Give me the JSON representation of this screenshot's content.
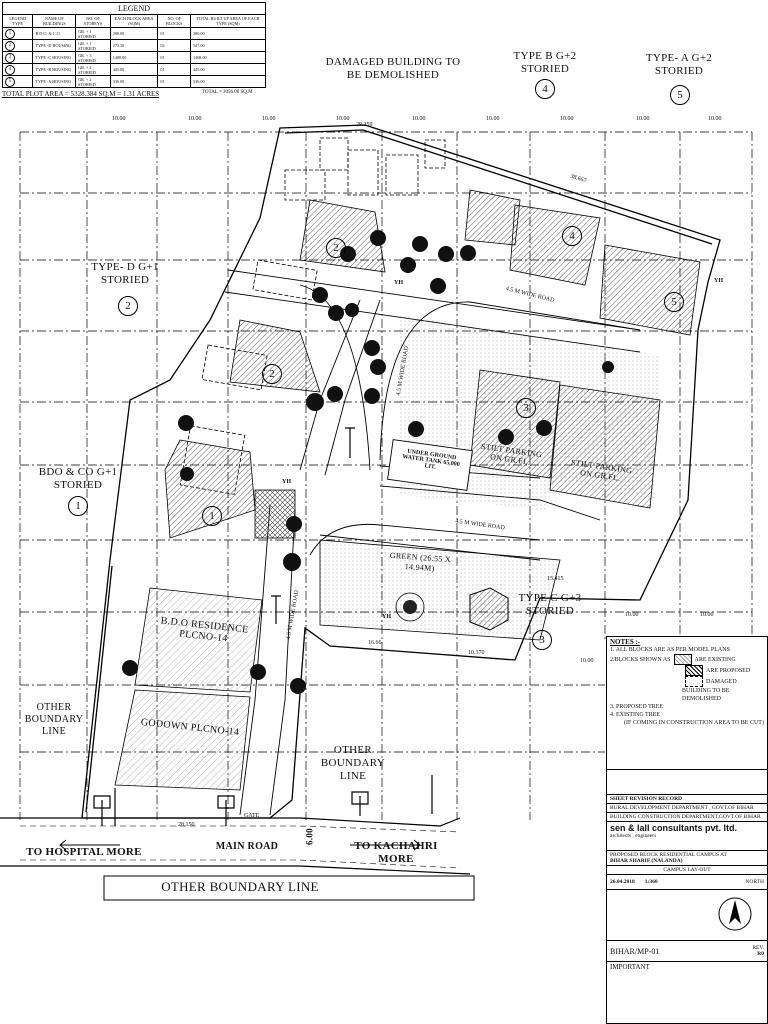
{
  "legend": {
    "title": "LEGEND",
    "headers": [
      "LEGEND TYPE",
      "NAME OF BUILDINGS",
      "NO. OF STOREYS",
      "EACH BLOCK AREA (SQM)",
      "NO. OF BLOCKS",
      "TOTAL BUILT UP AREA OF EACH TYPE (SQM)"
    ],
    "rows": [
      {
        "n": "1",
        "name": "B.D.O. & C.O.",
        "storeys": "GR. + 1 STOREID",
        "area": "280.00",
        "blocks": "01",
        "total": "280.00"
      },
      {
        "n": "2",
        "name": "TYPE -D HOUSING",
        "storeys": "GR. + 1 STOREID",
        "area": "273.50",
        "blocks": "02",
        "total": "547.00"
      },
      {
        "n": "3",
        "name": "TYPE -C HOUSING",
        "storeys": "GR. + 3 STOREID",
        "area": "1408.00",
        "blocks": "01",
        "total": "1408.00"
      },
      {
        "n": "4",
        "name": "TYPE -B HOUSING",
        "storeys": "GR. + 2 STOREID",
        "area": "445.00",
        "blocks": "01",
        "total": "445.00"
      },
      {
        "n": "5",
        "name": "TYPE -A HOUSING",
        "storeys": "GR. + 2 STOREID",
        "area": "336.00",
        "blocks": "01",
        "total": "336.00"
      }
    ],
    "plot_area_label": "TOTAL PLOT AREA = ",
    "plot_area_value": "5328.384 SQ.M = 1.31 ACRES",
    "total_label": "TOTAL = 3056.00 SQ.M"
  },
  "labels": {
    "damaged": "DAMAGED BUILDING TO BE  DEMOLISHED",
    "type_b": "TYPE B G+2 STORIED",
    "type_b_num": "4",
    "type_a": "TYPE- A G+2 STORIED",
    "type_a_num": "5",
    "type_d": "TYPE- D G+1 STORIED",
    "type_d_num": "2",
    "bdo": "BDO & CO G+1 STORIED",
    "bdo_num": "1",
    "type_c": "TYPE C G+3 STORIED",
    "type_c_num": "3",
    "road1": "4.5 M WIDE ROAD",
    "road2": "4.5 M WIDE ROAD",
    "road3": "4.5 M WIDE ROAD",
    "road4": "4.5 M WIDE ROAD",
    "water_tank": "UNDER GROUND WATER TANK 65,000 LIT.",
    "stilt1": "STILT PARKING ON GR.FL.",
    "stilt2": "STILT PARKING ON GR.FL.",
    "green": "GREEN (26.55 X 14.94M)",
    "bdo_res": "B.D.O RESIDENCE PLCNO-14",
    "godown": "GODOWN PLCNO-14",
    "other_left": "OTHER BOUNDARY LINE",
    "other_mid": "OTHER BOUNDARY LINE",
    "other_bottom": "OTHER BOUNDARY LINE",
    "to_hospital": "TO HOSPITAL MORE",
    "main_road": "MAIN ROAD",
    "road_width": "6.00",
    "to_kachahri": "TO KACHAHRI MORE",
    "grid": "10.00",
    "dim_29": "29.259",
    "dim_38": "38.667",
    "dim_28": "28.150",
    "dim_15": "15.415",
    "dim_1666": "16.66",
    "dim_1037": "10.370",
    "gate": "GATE",
    "yh": "YH"
  },
  "notes": {
    "heading": "NOTES :-",
    "n1": "1. ALL BLOCKS ARE AS PER MODEL PLANS",
    "n2": "2.BLOCKS SHOWN AS",
    "existing": "ARE EXISTING",
    "proposed": "ARE PROPOSED",
    "damaged": "DAMAGED BUILDING TO BE  DEMOLISHED",
    "n3": "3.       PROPOSED TREE",
    "n4": "4.       EXISTING TREE",
    "n4b": "(IF COMING IN CONSTRUCTION AREA TO BE CUT)"
  },
  "titleblock": {
    "revision_record": "SHEET REVISION RECORD",
    "client": "RURAL DEVELOPMENT  DEPARTMENT , GOVT.OF BIHAR",
    "dept": "BUILDING  CONSTRUCTION  DEPARTMENT,GOVT.OF BIHAR",
    "company": "sen & lall consultants pvt. ltd.",
    "company_sub": "architects , engineers",
    "project": "PROPOSED BLOCK RESIDENTIAL CAMPUS  AT",
    "location": "BIHAR SHARIF (NALANDA)",
    "sheet_title": "CAMPUS LAY-OUT",
    "date": "26.04.2018",
    "scale": "1:360",
    "north": "NORTH",
    "drawing_no": "BIHAR/MP-01",
    "rev_label": "REV.",
    "rev": "R0",
    "important": "IMPORTANT"
  },
  "colors": {
    "line": "#111111",
    "hatch": "#555555",
    "tree": "#000000"
  }
}
